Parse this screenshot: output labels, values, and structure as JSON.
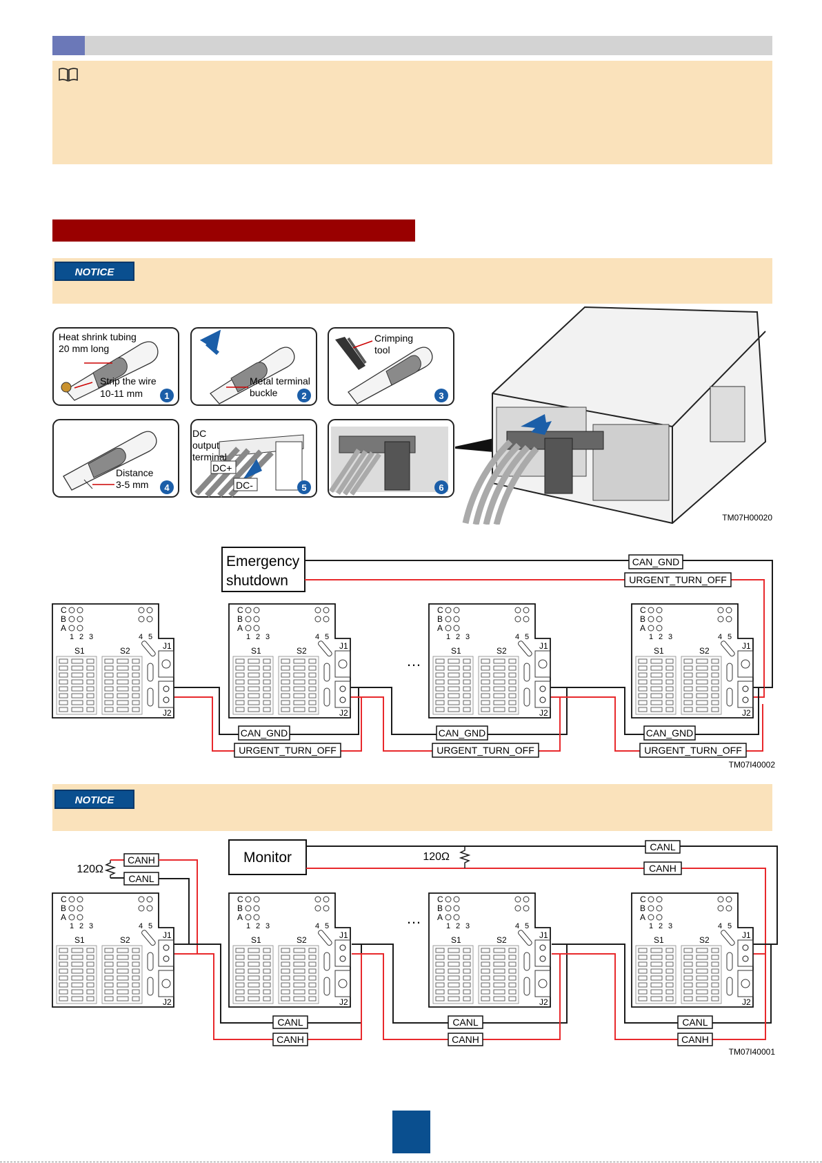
{
  "notices": [
    "NOTICE",
    "NOTICE"
  ],
  "install_steps": [
    {
      "n": "1",
      "labels": [
        "Heat shrink tubing",
        "20 mm long",
        "Strip the wire",
        "10-11 mm"
      ]
    },
    {
      "n": "2",
      "labels": [
        "Metal terminal",
        "buckle"
      ]
    },
    {
      "n": "3",
      "labels": [
        "Crimping",
        "tool"
      ]
    },
    {
      "n": "4",
      "labels": [
        "Distance",
        "3-5 mm"
      ]
    },
    {
      "n": "5",
      "labels": [
        "DC",
        "output",
        "terminal",
        "DC+",
        "DC-"
      ]
    },
    {
      "n": "6",
      "labels": []
    }
  ],
  "figure_ids": {
    "fig1": "TM07H00020",
    "fig2": "TM07I40002",
    "fig3": "TM07I40001"
  },
  "diagram2": {
    "source_label": [
      "Emergency",
      "shutdown"
    ],
    "wire_labels": [
      "CAN_GND",
      "URGENT_TURN_OFF"
    ]
  },
  "diagram3": {
    "source_label": "Monitor",
    "resistor": "120Ω",
    "wire_labels": [
      "CANL",
      "CANH"
    ]
  },
  "board": {
    "rows": [
      "C",
      "B",
      "A"
    ],
    "cols": [
      "1",
      "2",
      "3"
    ],
    "cols2": [
      "4",
      "5"
    ],
    "switches": [
      "S1",
      "S2"
    ],
    "ports": [
      "J1",
      "J2"
    ]
  },
  "ellipsis": "…",
  "colors": {
    "red_wire": "#e8282b",
    "black_wire": "#1a1a1a",
    "notice_bg": "#fae2bb",
    "notice_tag": "#0a4f8f",
    "header_red": "#990000"
  }
}
